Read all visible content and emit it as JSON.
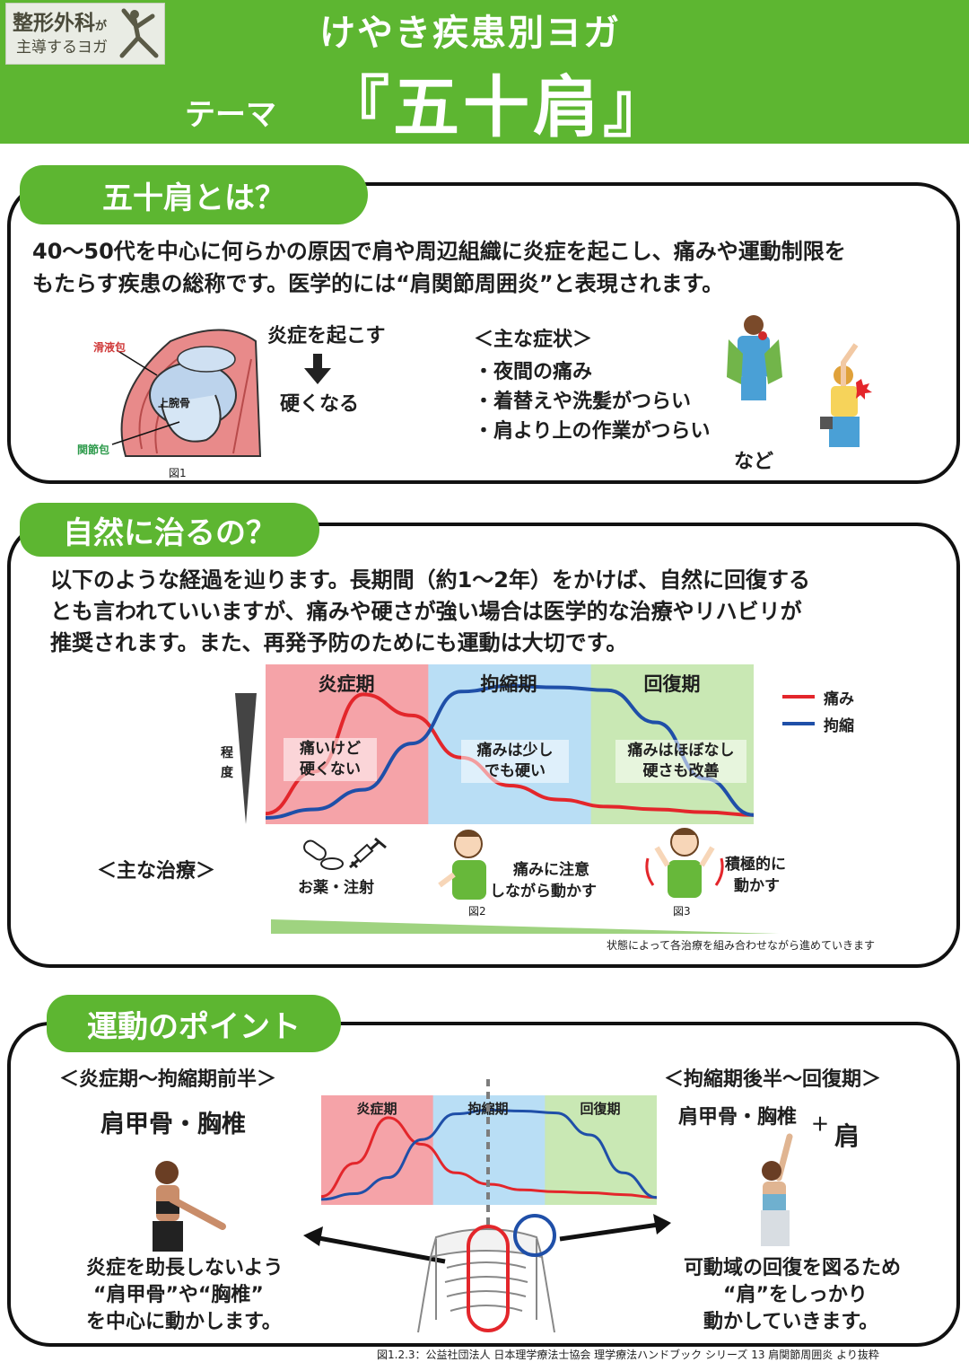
{
  "header": {
    "logo_line1": "整形外科",
    "logo_line1_small": "が",
    "logo_line2": "主導するヨガ",
    "subtitle": "けやき疾患別ヨガ",
    "theme_label": "テーマ",
    "theme_title": "『五十肩』",
    "colors": {
      "green": "#5db631"
    }
  },
  "section1": {
    "heading": "五十肩とは？",
    "line1": "40〜50代を中心に何らかの原因で肩や周辺組織に炎症を起こし、痛みや運動制限を",
    "line2": "もたらす疾患の総称です。医学的には“肩関節周囲炎”と表現されます。",
    "fig_labels": {
      "bursa": "滑液包",
      "humerus": "上腕骨",
      "capsule": "関節包",
      "caption": "図1"
    },
    "flow_top": "炎症を起こす",
    "flow_bottom": "硬くなる",
    "symptoms_title": "＜主な症状＞",
    "symptoms": [
      "・夜間の痛み",
      "・着替えや洗髪がつらい",
      "・肩より上の作業がつらい"
    ],
    "etc": "など"
  },
  "section2": {
    "heading": "自然に治るの？",
    "line1": "以下のような経過を辿ります。長期間（約1〜2年）をかけば、自然に回復する",
    "line2": "とも言われていいますが、痛みや硬さが強い場合は医学的な治療やリハビリが",
    "line3": "推奨されます。また、再発予防のためにも運動は大切です。",
    "y_label_1": "程",
    "y_label_2": "度",
    "phase_notes": [
      {
        "l1": "痛いけど",
        "l2": "硬くない"
      },
      {
        "l1": "痛みは少し",
        "l2": "でも硬い"
      },
      {
        "l1": "痛みはほぼなし",
        "l2": "硬さも改善"
      }
    ],
    "treatment_title": "＜主な治療＞",
    "treatment1": "お薬・注射",
    "treatment2_l1": "痛みに注意",
    "treatment2_l2": "しながら動かす",
    "treatment3_l1": "積極的に",
    "treatment3_l2": "動かす",
    "fig2": "図2",
    "fig3": "図3",
    "footnote": "状態によって各治療を組み合わせながら進めていきます"
  },
  "chart_data": [
    {
      "type": "line",
      "title": "",
      "xlabel": "",
      "ylabel": "程度",
      "phases": [
        "炎症期",
        "拘縮期",
        "回復期"
      ],
      "phase_colors": [
        "#f5a3a8",
        "#b9def5",
        "#c9e8b4"
      ],
      "x": [
        0,
        10,
        20,
        30,
        40,
        50,
        60,
        70,
        80,
        90,
        100
      ],
      "series": [
        {
          "name": "痛み",
          "color": "#e3262b",
          "values": [
            5,
            35,
            90,
            75,
            45,
            25,
            15,
            10,
            8,
            6,
            4
          ]
        },
        {
          "name": "拘縮",
          "color": "#1f4fa8",
          "values": [
            2,
            8,
            22,
            55,
            92,
            96,
            95,
            93,
            70,
            30,
            4
          ]
        }
      ],
      "legend": "right"
    },
    {
      "type": "line",
      "title": "",
      "phases": [
        "炎症期",
        "拘縮期",
        "回復期"
      ],
      "phase_colors": [
        "#f5a3a8",
        "#b9def5",
        "#c9e8b4"
      ],
      "x": [
        0,
        10,
        20,
        30,
        40,
        50,
        60,
        70,
        80,
        90,
        100
      ],
      "series": [
        {
          "name": "",
          "color": "#e3262b",
          "values": [
            5,
            40,
            88,
            60,
            30,
            18,
            12,
            10,
            9,
            7,
            4
          ]
        },
        {
          "name": "",
          "color": "#1f4fa8",
          "values": [
            2,
            8,
            25,
            65,
            92,
            96,
            95,
            93,
            70,
            30,
            4
          ]
        }
      ],
      "legend": "none"
    }
  ],
  "section3": {
    "heading": "運動のポイント",
    "left_title": "＜炎症期〜拘縮期前半＞",
    "left_target": "肩甲骨・胸椎",
    "left_desc1": "炎症を助長しないよう",
    "left_desc2": "“肩甲骨”や“胸椎”",
    "left_desc3": "を中心に動かします。",
    "right_title": "＜拘縮期後半〜回復期＞",
    "right_target": "肩甲骨・胸椎",
    "right_plus": "＋",
    "right_target2": "肩",
    "right_desc1": "可動域の回復を図るため",
    "right_desc2": "“肩”をしっかり",
    "right_desc3": "動かしていきます。"
  },
  "source": "図1.2.3：公益社団法人 日本理学療法士協会 理学療法ハンドブック シリーズ 13 肩関節周囲炎 より抜粋"
}
